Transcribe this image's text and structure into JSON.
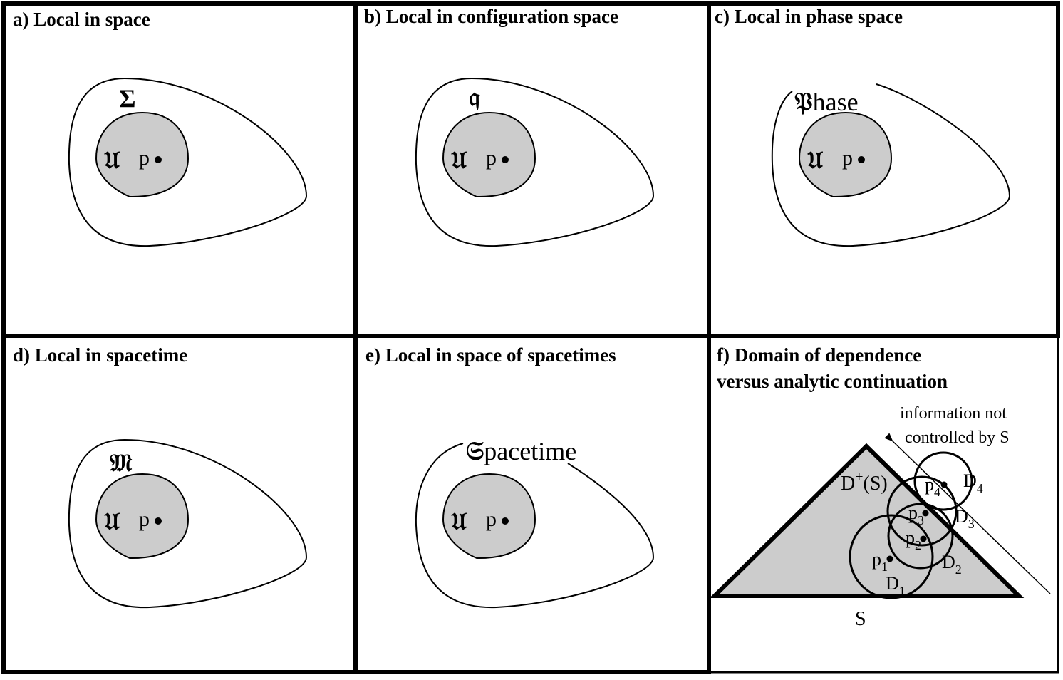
{
  "panels": [
    {
      "title": "a) Local in space",
      "space_label": "Σ",
      "region_label": "𝔘",
      "point_label": "p"
    },
    {
      "title": "b) Local in configuration space",
      "space_label": "𝔮",
      "region_label": "𝔘",
      "point_label": "p"
    },
    {
      "title": "c) Local in phase space",
      "space_label_initial": "𝔓",
      "space_label_rest": "hase",
      "region_label": "𝔘",
      "point_label": "p"
    },
    {
      "title": "d) Local in spacetime",
      "space_label": "𝔐",
      "region_label": "𝔘",
      "point_label": "p"
    },
    {
      "title": "e) Local in space of spacetimes",
      "space_label_initial": "𝔖",
      "space_label_rest": "pacetime",
      "region_label": "𝔘",
      "point_label": "p"
    },
    {
      "title_line1": "f)  Domain of dependence",
      "title_line2": "versus analytic continuation",
      "annotation_line1": "information not",
      "annotation_line2": "controlled by S",
      "domain_label": "D",
      "domain_label_sup": "+",
      "domain_label_arg": "(S)",
      "surface_label": "S",
      "points": [
        {
          "label": "p",
          "index": "1",
          "disk": "D",
          "disk_index": "1"
        },
        {
          "label": "p",
          "index": "2",
          "disk": "D",
          "disk_index": "2"
        },
        {
          "label": "p",
          "index": "3",
          "disk": "D",
          "disk_index": "3"
        },
        {
          "label": "p",
          "index": "4",
          "disk": "D",
          "disk_index": "4"
        }
      ]
    }
  ],
  "colors": {
    "region_fill": "#cccccc",
    "stroke": "#000000",
    "background": "#ffffff"
  }
}
